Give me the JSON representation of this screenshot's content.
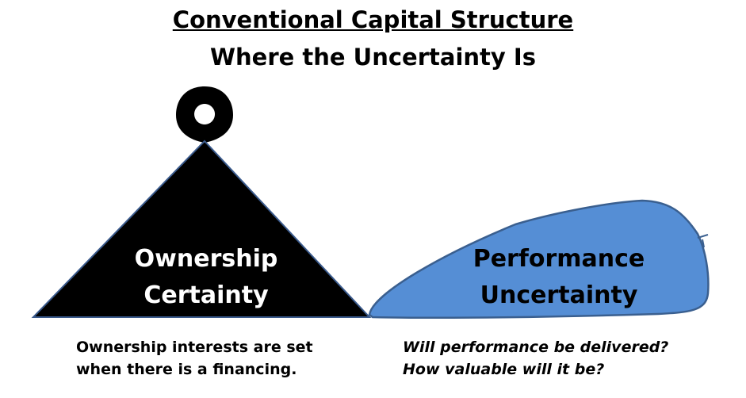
{
  "title": "Conventional Capital Structure",
  "subtitle": "Where the Uncertainty Is",
  "weight": {
    "label_line1": "Ownership",
    "label_line2": "Certainty"
  },
  "bag": {
    "label_line1": "Performance",
    "label_line2": "Uncertainty"
  },
  "captions": {
    "left": [
      "Ownership interests are set",
      "when there is a financing."
    ],
    "right": [
      "Will performance be delivered?",
      "How valuable will it be?"
    ]
  },
  "colors": {
    "weight": "#000000",
    "weight_outline": "#3a5a8c",
    "bag_fill": "#558ed5",
    "bag_outline": "#3a5f8f"
  }
}
